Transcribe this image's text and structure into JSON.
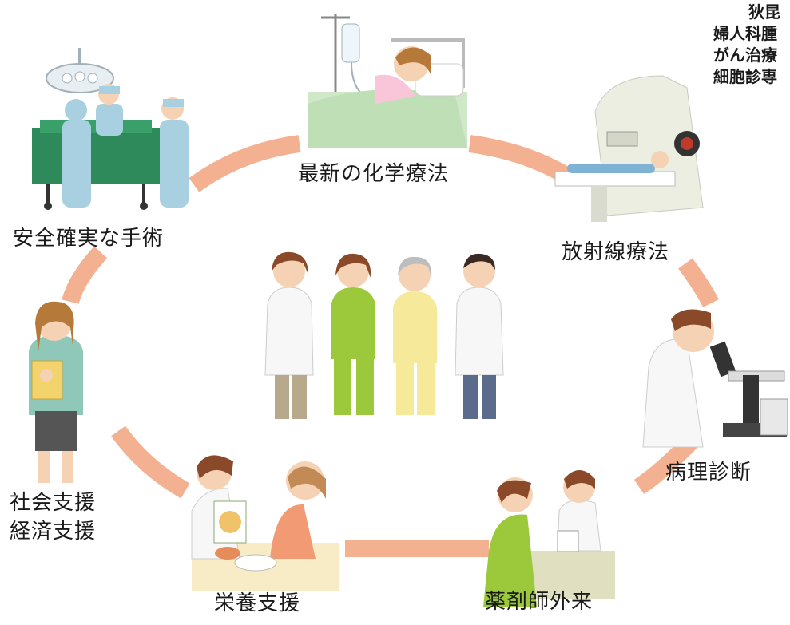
{
  "header_note": {
    "line1": "狄昆",
    "line2": "婦人科腫",
    "line3": "がん治療",
    "line4": "細胞診専"
  },
  "cycle_labels": {
    "chemo": "最新の化学療法",
    "radiation": "放射線療法",
    "pathology": "病理診断",
    "pharmacist": "薬剤師外来",
    "nutrition": "栄養支援",
    "social_1": "社会支援",
    "social_2": "経済支援",
    "surgery": "安全確実な手術"
  },
  "colors": {
    "ring": "#f3b191",
    "coat": "#f7f7f7",
    "skin": "#f6d2b5",
    "hair_brown": "#8a4a2a",
    "pajama_green": "#9cc93c",
    "pajama_yellow": "#f6e99a",
    "scrubs": "#a9d0e0",
    "drape": "#2e8a5a"
  }
}
